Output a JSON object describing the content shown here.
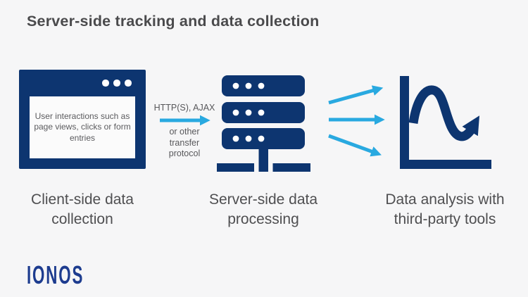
{
  "title": "Server-side tracking and data collection",
  "diagram": {
    "client": {
      "browser_text": "User interactions such as\npage views, clicks or form\nentries",
      "caption": "Client-side data\ncollection"
    },
    "transfer": {
      "label_top": "HTTP(S), AJAX",
      "label_bottom": "or other\ntransfer\nprotocol"
    },
    "server": {
      "caption": "Server-side data\nprocessing"
    },
    "analysis": {
      "caption": "Data analysis with\nthird-party tools"
    }
  },
  "footer": {
    "logo_text": "IONOS"
  },
  "icons": {
    "client": "browser-window-icon",
    "server": "server-stack-icon",
    "analysis": "line-chart-arrow-icon",
    "transfer": "arrow-right-icon",
    "distribution": "fan-arrows-icon"
  },
  "colors": {
    "background": "#f6f6f7",
    "icon_navy": "#0d3570",
    "arrow_cyan": "#29a9e0",
    "title_gray": "#4a4a4c",
    "caption_gray": "#4f4f51",
    "small_text_gray": "#58585b",
    "logo_blue": "#1d3c8f",
    "browser_viewport": "#fbfbfb"
  }
}
